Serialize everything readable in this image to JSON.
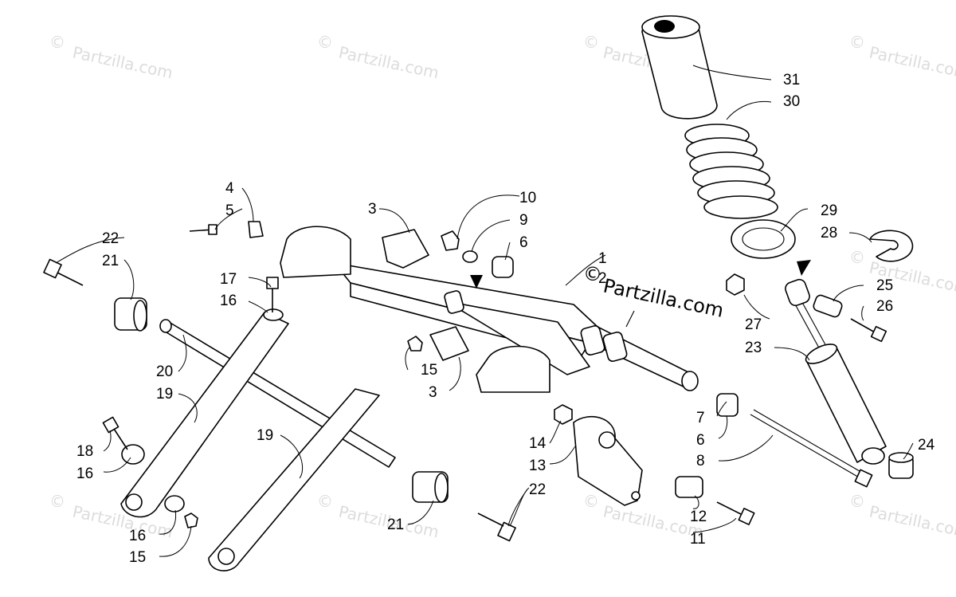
{
  "watermark": {
    "text": "Partzilla.com",
    "copyright": "©"
  },
  "callouts": {
    "c1": "1",
    "c2": "2",
    "c3a": "3",
    "c3b": "3",
    "c4": "4",
    "c5": "5",
    "c6a": "6",
    "c6b": "6",
    "c7": "7",
    "c8": "8",
    "c9": "9",
    "c10": "10",
    "c11": "11",
    "c12": "12",
    "c13": "13",
    "c14": "14",
    "c15a": "15",
    "c15b": "15",
    "c16a": "16",
    "c16b": "16",
    "c16c": "16",
    "c17": "17",
    "c18": "18",
    "c19a": "19",
    "c19b": "19",
    "c20": "20",
    "c21a": "21",
    "c21b": "21",
    "c22a": "22",
    "c22b": "22",
    "c23": "23",
    "c24": "24",
    "c25": "25",
    "c26": "26",
    "c27": "27",
    "c28": "28",
    "c29": "29",
    "c30": "30",
    "c31": "31"
  }
}
